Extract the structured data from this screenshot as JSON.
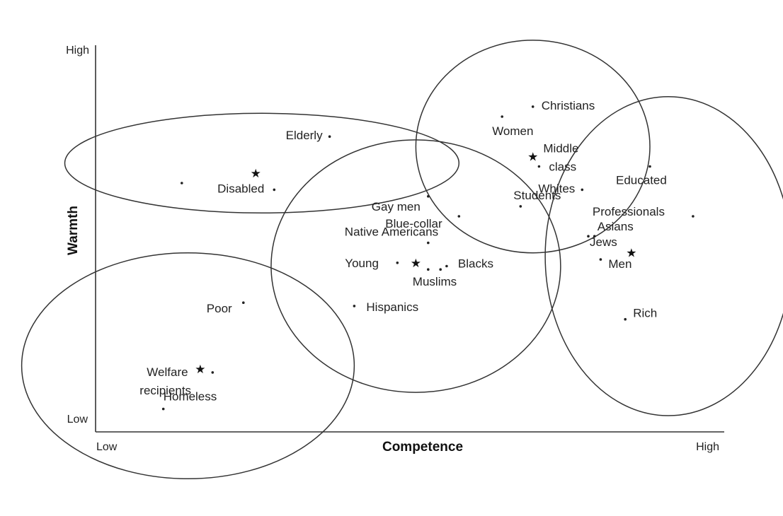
{
  "chart_data": {
    "type": "scatter",
    "title": "",
    "xlabel": "Competence",
    "ylabel": "Warmth",
    "x_ticks": [
      "Low",
      "High"
    ],
    "y_ticks": [
      "Low",
      "High"
    ],
    "xlim": [
      0,
      100
    ],
    "ylim": [
      0,
      100
    ],
    "grid": false,
    "points": [
      {
        "label": "Elderly",
        "x": 38,
        "y": 84
      },
      {
        "label": "Disabled",
        "x": 29,
        "y": 68
      },
      {
        "label": "",
        "x": 14,
        "y": 70
      },
      {
        "label": "Christians",
        "x": 71,
        "y": 93
      },
      {
        "label": "Women",
        "x": 66,
        "y": 90
      },
      {
        "label": "Middle class",
        "x": 72,
        "y": 75
      },
      {
        "label": "Whites",
        "x": 79,
        "y": 68
      },
      {
        "label": "Students",
        "x": 69,
        "y": 63
      },
      {
        "label": "Gay men",
        "x": 54,
        "y": 66
      },
      {
        "label": "Blue-collar",
        "x": 59,
        "y": 60
      },
      {
        "label": "Native Americans",
        "x": 54,
        "y": 52
      },
      {
        "label": "Blacks",
        "x": 57,
        "y": 45
      },
      {
        "label": "Young",
        "x": 49,
        "y": 46
      },
      {
        "label": "Muslims",
        "x": 54,
        "y": 44
      },
      {
        "label": "",
        "x": 56,
        "y": 44
      },
      {
        "label": "Hispanics",
        "x": 42,
        "y": 33
      },
      {
        "label": "Educated",
        "x": 90,
        "y": 75
      },
      {
        "label": "Professionals",
        "x": 97,
        "y": 60
      },
      {
        "label": "Asians",
        "x": 81,
        "y": 54
      },
      {
        "label": "Jews",
        "x": 80,
        "y": 54
      },
      {
        "label": "Men",
        "x": 82,
        "y": 47
      },
      {
        "label": "Rich",
        "x": 86,
        "y": 29
      },
      {
        "label": "Poor",
        "x": 24,
        "y": 34
      },
      {
        "label": "Welfare recipients",
        "x": 19,
        "y": 13
      },
      {
        "label": "Homeless",
        "x": 11,
        "y": 2
      }
    ],
    "cluster_centers": [
      {
        "x": 26,
        "y": 73
      },
      {
        "x": 52,
        "y": 46
      },
      {
        "x": 71,
        "y": 78
      },
      {
        "x": 87,
        "y": 49
      },
      {
        "x": 17,
        "y": 14
      }
    ],
    "clusters": [
      {
        "cx": 27,
        "cy": 76,
        "rx": 32,
        "ry": 15
      },
      {
        "cx": 52,
        "cy": 45,
        "rx": 23.5,
        "ry": 38
      },
      {
        "cx": 71,
        "cy": 81,
        "rx": 19,
        "ry": 32
      },
      {
        "cx": 93,
        "cy": 48,
        "rx": 20,
        "ry": 48
      },
      {
        "cx": 15,
        "cy": 15,
        "rx": 27,
        "ry": 34
      }
    ]
  }
}
